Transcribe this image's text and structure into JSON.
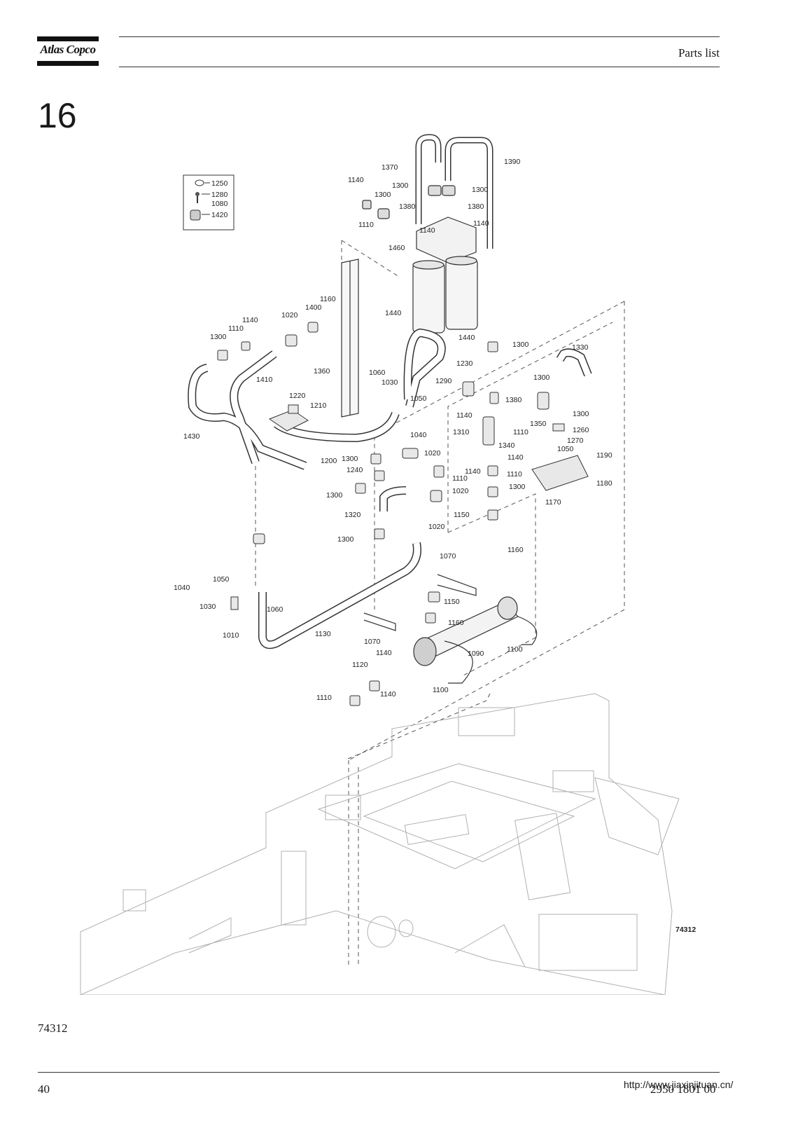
{
  "header": {
    "brand": "Atlas Copco",
    "title": "Parts list"
  },
  "section_number": "16",
  "diagram": {
    "legend": [
      {
        "num": "1250",
        "icon": "o-ring-icon"
      },
      {
        "num": "1280",
        "icon": "bolt-icon"
      },
      {
        "num": "1080",
        "icon": "none"
      },
      {
        "num": "1420",
        "icon": "nipple-icon"
      }
    ],
    "image_id": "74312",
    "callouts": [
      "1370",
      "1390",
      "1140",
      "1300",
      "1300",
      "1300",
      "1380",
      "1380",
      "1110",
      "1140",
      "1140",
      "1460",
      "1440",
      "1440",
      "1300",
      "1330",
      "1160",
      "1400",
      "1020",
      "1140",
      "1110",
      "1300",
      "1410",
      "1360",
      "1060",
      "1030",
      "1290",
      "1230",
      "1300",
      "1380",
      "1350",
      "1300",
      "1140",
      "1110",
      "1220",
      "1210",
      "1050",
      "1040",
      "1310",
      "1260",
      "1270",
      "1340",
      "1430",
      "1200",
      "1300",
      "1020",
      "1140",
      "1050",
      "1190",
      "1240",
      "1140",
      "1110",
      "1180",
      "1110",
      "1300",
      "1300",
      "1170",
      "1320",
      "1020",
      "1150",
      "1020",
      "1300",
      "1160",
      "1070",
      "1050",
      "1040",
      "1030",
      "1060",
      "1150",
      "1010",
      "1130",
      "1160",
      "1070",
      "1090",
      "1100",
      "1140",
      "1120",
      "1140",
      "1100",
      "1110"
    ]
  },
  "figure_ref": "74312",
  "footer": {
    "page": "40",
    "doc_number": "2950 1801 00",
    "url": "http://www.jiaxinjituan.cn/"
  }
}
